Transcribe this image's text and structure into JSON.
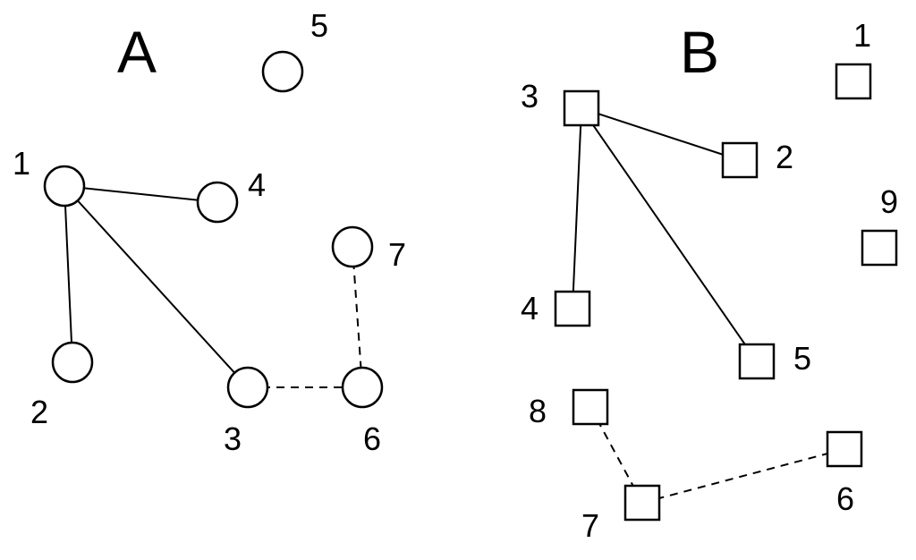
{
  "panels": {
    "A": {
      "title": "A",
      "node_shape": "circle",
      "nodes": [
        {
          "id": "1",
          "label": "1"
        },
        {
          "id": "2",
          "label": "2"
        },
        {
          "id": "3",
          "label": "3"
        },
        {
          "id": "4",
          "label": "4"
        },
        {
          "id": "5",
          "label": "5"
        },
        {
          "id": "6",
          "label": "6"
        },
        {
          "id": "7",
          "label": "7"
        }
      ],
      "edges": [
        {
          "from": "1",
          "to": "4",
          "style": "solid"
        },
        {
          "from": "1",
          "to": "2",
          "style": "solid"
        },
        {
          "from": "1",
          "to": "3",
          "style": "solid"
        },
        {
          "from": "3",
          "to": "6",
          "style": "dashed"
        },
        {
          "from": "7",
          "to": "6",
          "style": "dashed"
        }
      ]
    },
    "B": {
      "title": "B",
      "node_shape": "square",
      "nodes": [
        {
          "id": "1",
          "label": "1"
        },
        {
          "id": "2",
          "label": "2"
        },
        {
          "id": "3",
          "label": "3"
        },
        {
          "id": "4",
          "label": "4"
        },
        {
          "id": "5",
          "label": "5"
        },
        {
          "id": "6",
          "label": "6"
        },
        {
          "id": "7",
          "label": "7"
        },
        {
          "id": "8",
          "label": "8"
        },
        {
          "id": "9",
          "label": "9"
        }
      ],
      "edges": [
        {
          "from": "3",
          "to": "2",
          "style": "solid"
        },
        {
          "from": "3",
          "to": "4",
          "style": "solid"
        },
        {
          "from": "3",
          "to": "5",
          "style": "solid"
        },
        {
          "from": "8",
          "to": "7",
          "style": "dashed"
        },
        {
          "from": "7",
          "to": "6",
          "style": "dashed"
        }
      ]
    }
  }
}
